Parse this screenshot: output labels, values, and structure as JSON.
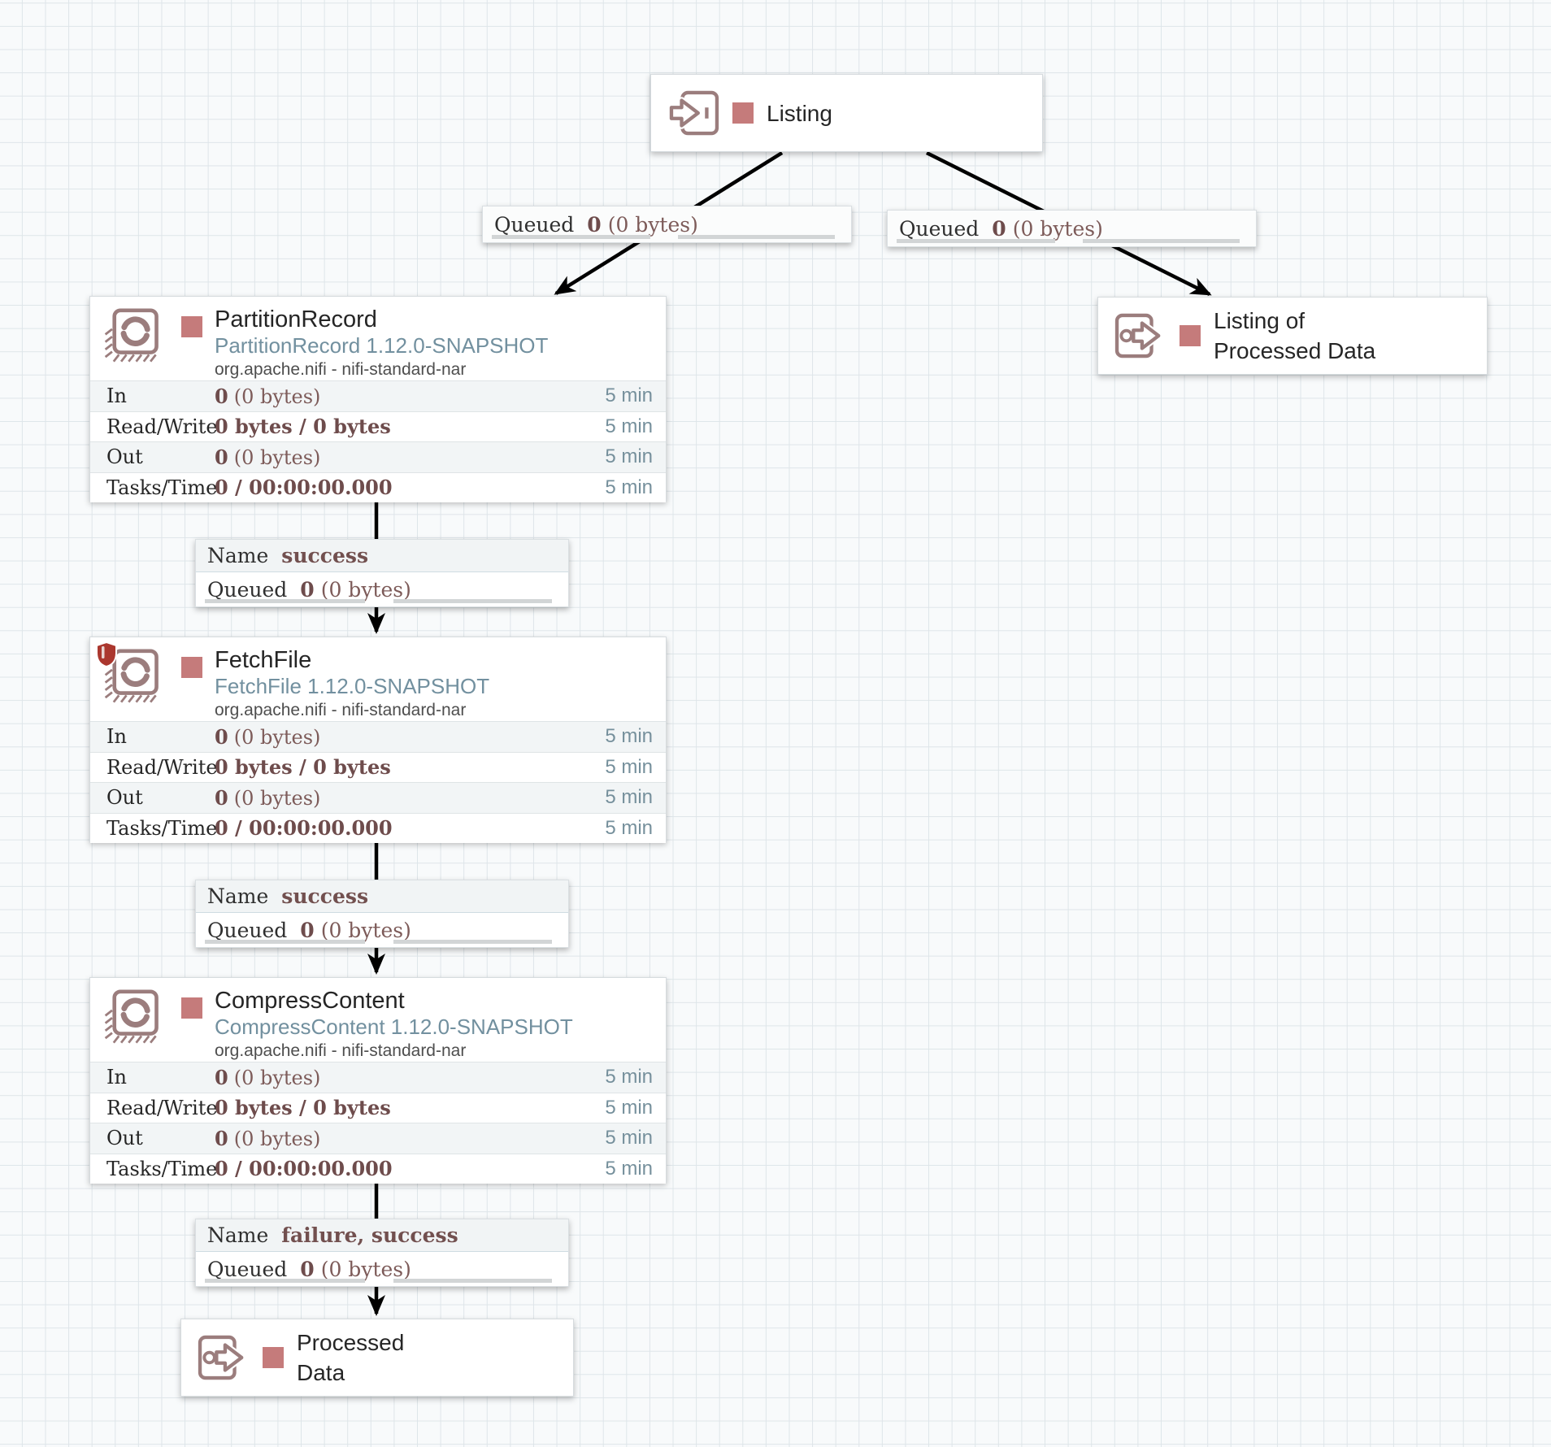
{
  "colors": {
    "canvas_bg": "#f8fafb",
    "grid_line": "#dee5e9",
    "node_bg": "#ffffff",
    "stopped_status": "#c57b7b",
    "icon_mauve": "#9b7d7d",
    "stat_value": "#6e4c4c",
    "type_text": "#72909f",
    "window_text": "#76909c",
    "wire": "#000000"
  },
  "ports": {
    "listing": {
      "label": "Listing"
    },
    "listing_of_processed": {
      "label_line1": "Listing of",
      "label_line2": "Processed Data"
    },
    "processed": {
      "label_line1": "Processed",
      "label_line2": "Data"
    }
  },
  "processors": {
    "partition_record": {
      "name": "PartitionRecord",
      "type": "PartitionRecord 1.12.0-SNAPSHOT",
      "bundle": "org.apache.nifi - nifi-standard-nar",
      "stats": [
        {
          "label": "In",
          "value": "0",
          "value_detail": "(0 bytes)",
          "window": "5 min"
        },
        {
          "label": "Read/Write",
          "value": "0 bytes / 0 bytes",
          "value_detail": "",
          "window": "5 min"
        },
        {
          "label": "Out",
          "value": "0",
          "value_detail": "(0 bytes)",
          "window": "5 min"
        },
        {
          "label": "Tasks/Time",
          "value": "0 / 00:00:00.000",
          "value_detail": "",
          "window": "5 min"
        }
      ]
    },
    "fetch_file": {
      "name": "FetchFile",
      "type": "FetchFile 1.12.0-SNAPSHOT",
      "bundle": "org.apache.nifi - nifi-standard-nar",
      "stats": [
        {
          "label": "In",
          "value": "0",
          "value_detail": "(0 bytes)",
          "window": "5 min"
        },
        {
          "label": "Read/Write",
          "value": "0 bytes / 0 bytes",
          "value_detail": "",
          "window": "5 min"
        },
        {
          "label": "Out",
          "value": "0",
          "value_detail": "(0 bytes)",
          "window": "5 min"
        },
        {
          "label": "Tasks/Time",
          "value": "0 / 00:00:00.000",
          "value_detail": "",
          "window": "5 min"
        }
      ]
    },
    "compress_content": {
      "name": "CompressContent",
      "type": "CompressContent 1.12.0-SNAPSHOT",
      "bundle": "org.apache.nifi - nifi-standard-nar",
      "stats": [
        {
          "label": "In",
          "value": "0",
          "value_detail": "(0 bytes)",
          "window": "5 min"
        },
        {
          "label": "Read/Write",
          "value": "0 bytes / 0 bytes",
          "value_detail": "",
          "window": "5 min"
        },
        {
          "label": "Out",
          "value": "0",
          "value_detail": "(0 bytes)",
          "window": "5 min"
        },
        {
          "label": "Tasks/Time",
          "value": "0 / 00:00:00.000",
          "value_detail": "",
          "window": "5 min"
        }
      ]
    }
  },
  "connections": {
    "listing_to_partition": {
      "queued_label": "Queued",
      "queued_count": "0",
      "queued_size": "(0 bytes)"
    },
    "listing_to_listing_of_processed": {
      "queued_label": "Queued",
      "queued_count": "0",
      "queued_size": "(0 bytes)"
    },
    "partition_to_fetch": {
      "name_label": "Name",
      "name_value": "success",
      "queued_label": "Queued",
      "queued_count": "0",
      "queued_size": "(0 bytes)"
    },
    "fetch_to_compress": {
      "name_label": "Name",
      "name_value": "success",
      "queued_label": "Queued",
      "queued_count": "0",
      "queued_size": "(0 bytes)"
    },
    "compress_to_processed": {
      "name_label": "Name",
      "name_value": "failure, success",
      "queued_label": "Queued",
      "queued_count": "0",
      "queued_size": "(0 bytes)"
    }
  }
}
